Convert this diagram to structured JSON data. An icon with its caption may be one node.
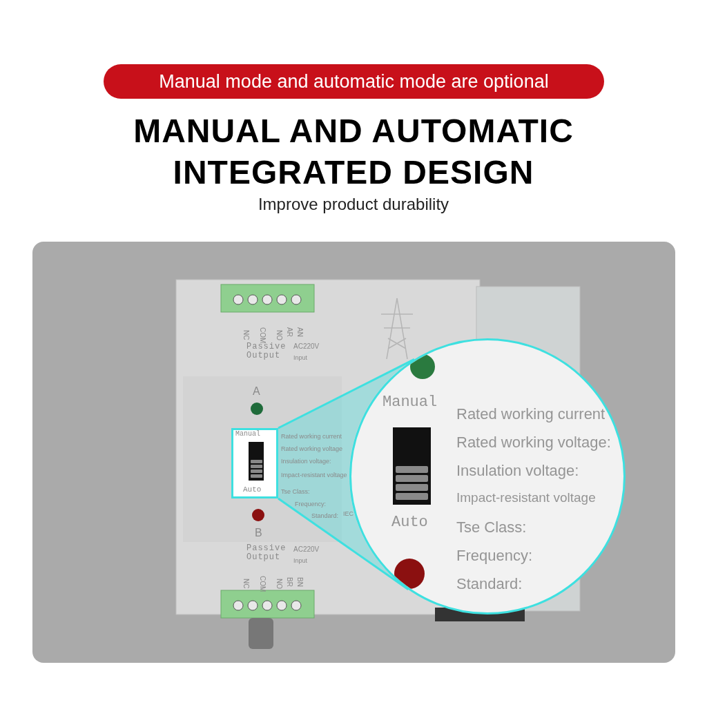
{
  "diagram": {
    "title": "MANUAL AND AUTOMATIC INTEGRATED DESIGN",
    "nodes": [
      {
        "text": [
          "Manual mode and automatic mode are optional"
        ]
      },
      {
        "text": [
          "Manual",
          "Auto"
        ]
      },
      {
        "text": [
          "Manual",
          "Auto",
          "Rated working current",
          "Rated working voltage:",
          "Insulation voltage:",
          "Impact-resistant voltage",
          "Tse Class:",
          "Frequency:",
          "Standard:"
        ]
      }
    ],
    "edges": [
      {
        "from": 1,
        "to": 2,
        "arrow": "none",
        "color": "#3ee0e0"
      },
      {
        "from": 1,
        "to": 2,
        "arrow": "none",
        "color": "#3ee0e0"
      }
    ],
    "labels": [
      "Improve product durability",
      "NC",
      "COM",
      "NO",
      "AR",
      "AN",
      "Passive Output",
      "AC220V",
      "Input",
      "A",
      "Rated working current",
      "Rated working voltage",
      "Insulation voltage:",
      "Impact-resistant voltage",
      "Tse Class:",
      "Frequency:",
      "Standard:",
      "IEC",
      "B",
      "Passive Output",
      "AC220V",
      "Input",
      "NC",
      "COM",
      "NO",
      "BR",
      "BN"
    ]
  }
}
